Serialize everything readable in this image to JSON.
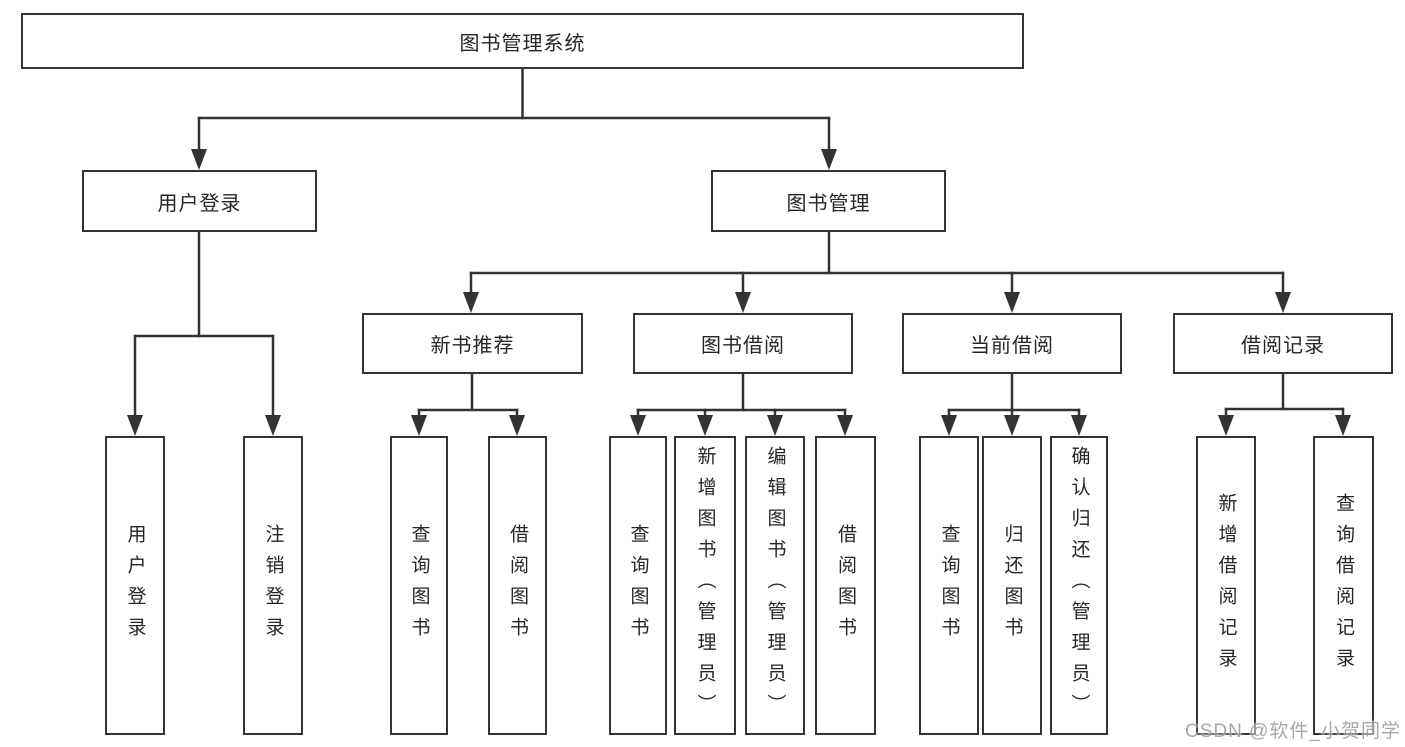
{
  "tree": {
    "root": {
      "label": "图书管理系统"
    },
    "branches": [
      {
        "label": "用户登录",
        "leaves": [
          "用户登录",
          "注销登录"
        ]
      },
      {
        "label": "图书管理",
        "groups": [
          {
            "label": "新书推荐",
            "leaves": [
              "查询图书",
              "借阅图书"
            ]
          },
          {
            "label": "图书借阅",
            "leaves": [
              "查询图书",
              "新增图书（管理员）",
              "编辑图书（管理员）",
              "借阅图书"
            ]
          },
          {
            "label": "当前借阅",
            "leaves": [
              "查询图书",
              "归还图书",
              "确认归还（管理员）"
            ]
          },
          {
            "label": "借阅记录",
            "leaves": [
              "新增借阅记录",
              "查询借阅记录"
            ]
          }
        ]
      }
    ]
  },
  "watermark": "CSDN @软件_小贺同学",
  "colors": {
    "line": "#333333",
    "text": "#262626",
    "box_background": "#ffffff",
    "page_background": "#ffffff",
    "watermark": "#9e9e9e"
  }
}
